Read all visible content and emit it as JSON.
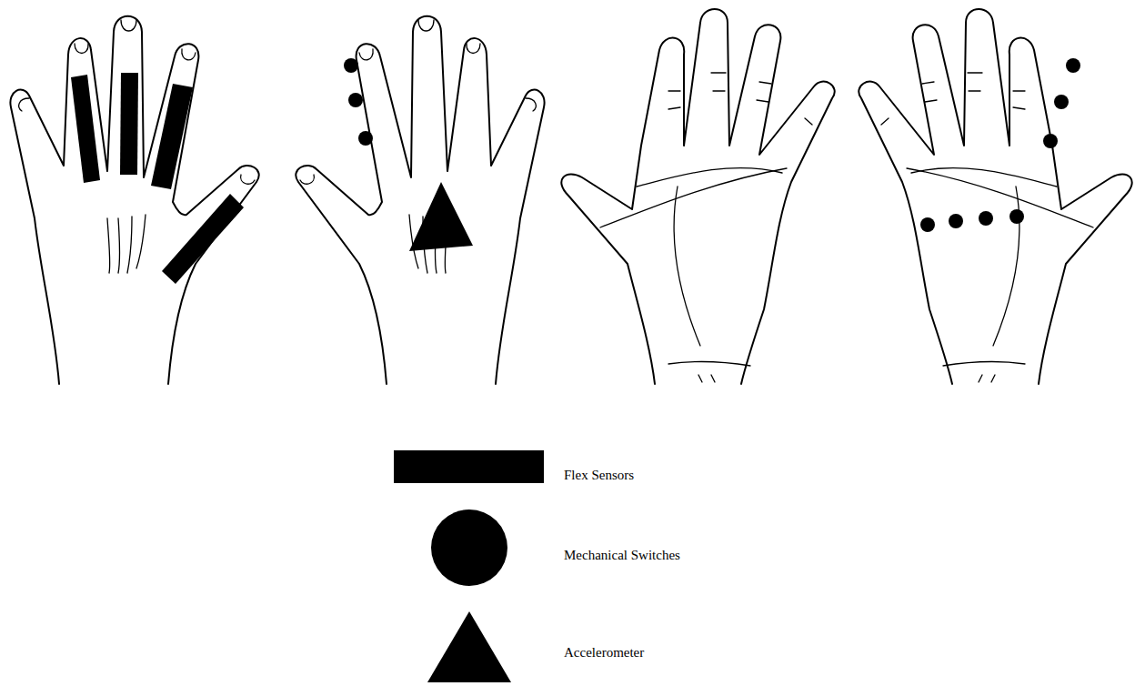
{
  "diagram": {
    "legend": [
      {
        "text": "Flex Sensors"
      },
      {
        "text": "Mechanical Switches"
      },
      {
        "text": "Accelerometer"
      }
    ]
  }
}
